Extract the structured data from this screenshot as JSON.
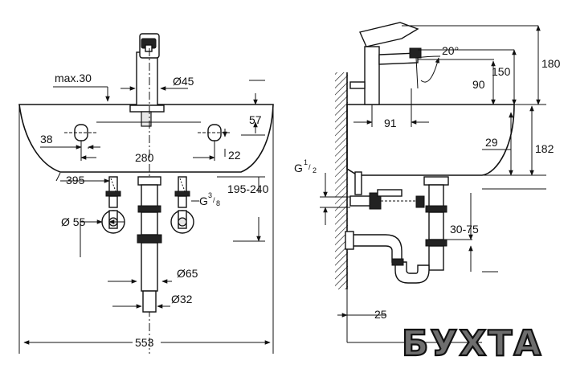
{
  "front_view": {
    "dims": {
      "max_height": "max.30",
      "tap_diameter": "Ø45",
      "edge_offset": "38",
      "depth_57": "57",
      "hole_spacing": "280",
      "depth_22": "22",
      "width_395": "395",
      "height_range": "195-240",
      "thread_main": "G",
      "thread_sup": "3",
      "thread_sub": "8",
      "rosette_diameter": "Ø 55",
      "trap_diameter": "Ø65",
      "pipe_diameter": "Ø32",
      "total_width": "553"
    }
  },
  "side_view": {
    "dims": {
      "angle": "20°",
      "height_150": "150",
      "height_180": "180",
      "height_90": "90",
      "reach_91": "91",
      "depth_29": "29",
      "height_182": "182",
      "thread_main": "G",
      "thread_sup": "1",
      "thread_sub": "2",
      "range_30_75": "30-75",
      "wall_25": "25"
    }
  },
  "watermark": {
    "text": "БУХТА"
  }
}
